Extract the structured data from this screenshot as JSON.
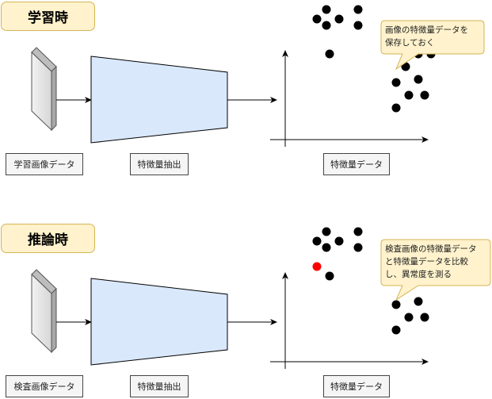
{
  "training": {
    "title": "学習時",
    "input_label": "学習画像データ",
    "extractor_label": "特徴量抽出",
    "feature_label": "特徴量データ",
    "note": "画像の特徴量データを\n保存しておく"
  },
  "inference": {
    "title": "推論時",
    "input_label": "検査画像データ",
    "extractor_label": "特徴量抽出",
    "feature_label": "特徴量データ",
    "note": "検査画像の特徴量データ\nと特徴量データを比較\nし、異常度を測る"
  },
  "colors": {
    "title_fill": "#fff2cc",
    "title_border": "#d6b656",
    "extractor_fill": "#dae8fc",
    "normal_point": "#000000",
    "anomaly_point": "#ff0000"
  },
  "scatter": {
    "normal_points": [
      [
        1.0,
        7.6
      ],
      [
        1.6,
        8.2
      ],
      [
        1.6,
        7.2
      ],
      [
        2.4,
        7.6
      ],
      [
        3.6,
        8.2
      ],
      [
        3.6,
        7.2
      ],
      [
        1.8,
        5.4
      ],
      [
        6.0,
        3.6
      ],
      [
        6.0,
        2.0
      ],
      [
        6.6,
        4.6
      ],
      [
        7.4,
        5.4
      ],
      [
        7.4,
        3.8
      ],
      [
        8.2,
        5.4
      ],
      [
        6.8,
        2.8
      ],
      [
        7.8,
        2.8
      ]
    ],
    "anomaly_points": [
      [
        1.0,
        6.0
      ]
    ]
  }
}
